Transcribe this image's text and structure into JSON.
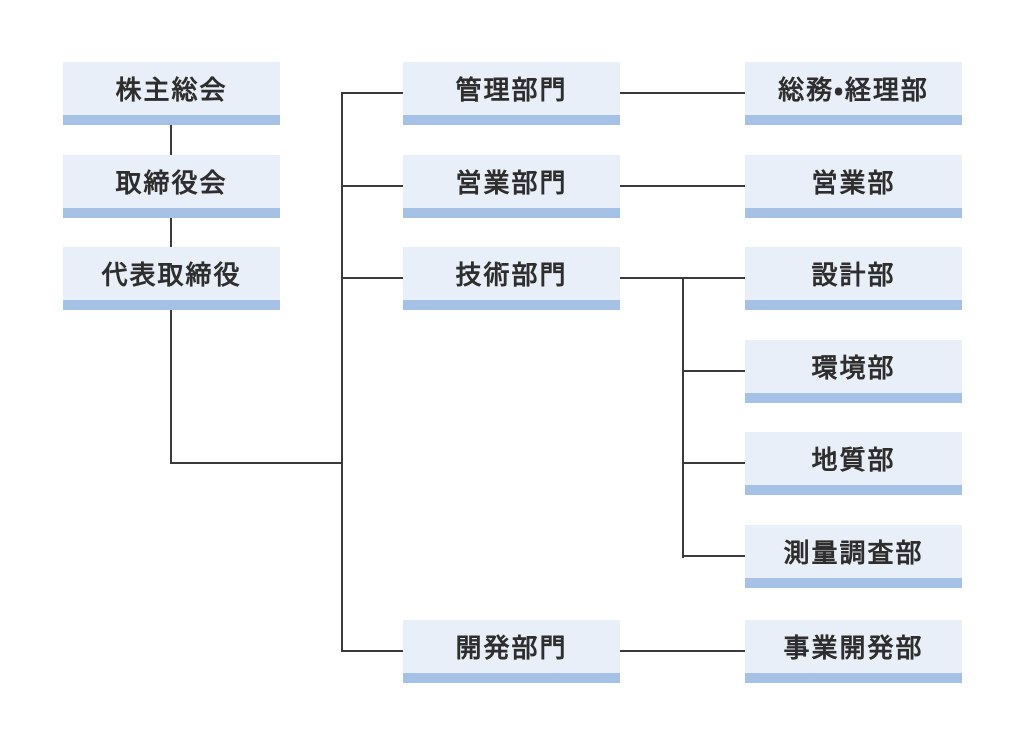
{
  "org_chart": {
    "governance": [
      {
        "label": "株主総会"
      },
      {
        "label": "取締役会"
      },
      {
        "label": "代表取締役"
      }
    ],
    "divisions": [
      {
        "label": "管理部門",
        "departments": [
          {
            "label": "総務・経理部"
          }
        ]
      },
      {
        "label": "営業部門",
        "departments": [
          {
            "label": "営業部"
          }
        ]
      },
      {
        "label": "技術部門",
        "departments": [
          {
            "label": "設計部"
          },
          {
            "label": "環境部"
          },
          {
            "label": "地質部"
          },
          {
            "label": "測量調査部"
          }
        ]
      },
      {
        "label": "開発部門",
        "departments": [
          {
            "label": "事業開発部"
          }
        ]
      }
    ]
  },
  "colors": {
    "background": "#ffffff",
    "box_fill": "#e9eff8",
    "box_accent": "#a5c1e5",
    "connector": "#3b3b3b",
    "text": "#2e2e2e"
  }
}
